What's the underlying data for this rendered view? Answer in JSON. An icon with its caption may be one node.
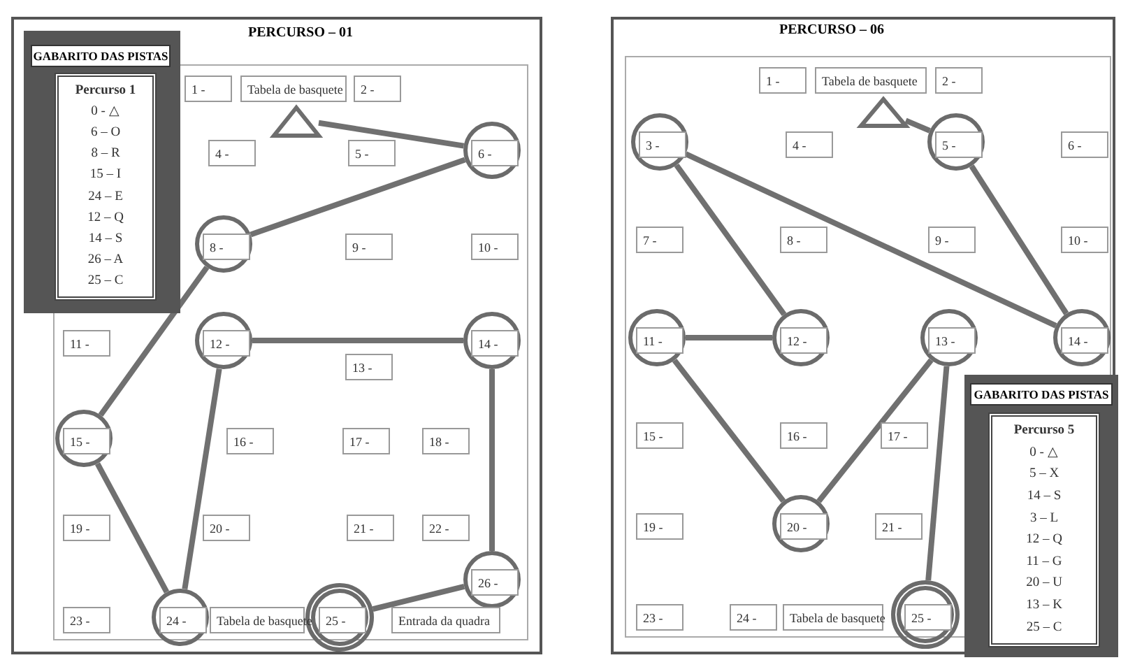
{
  "diagram": {
    "nodes": [
      {
        "text": [
          "PERCURSO – 01"
        ]
      },
      {
        "text": [
          "GABARITO DAS PISTAS"
        ],
        "in": 0
      },
      {
        "text": [
          "Percurso 1",
          "0 - △",
          "6 – O",
          "8 – R",
          "15 – I",
          "24 – E",
          "12 – Q",
          "14 – S",
          "26 – A",
          "25 – C"
        ],
        "in": 1
      },
      {
        "text": [],
        "shape": "triangle",
        "in": 0
      },
      {
        "text": [
          "1 -"
        ],
        "in": 0
      },
      {
        "text": [
          "Tabela de basquete"
        ],
        "in": 0
      },
      {
        "text": [
          "2 -"
        ],
        "in": 0
      },
      {
        "text": [
          "4 -"
        ],
        "in": 0
      },
      {
        "text": [
          "5 -"
        ],
        "in": 0
      },
      {
        "text": [
          "6 -"
        ],
        "in": 0
      },
      {
        "text": [
          "8 -"
        ],
        "in": 0
      },
      {
        "text": [
          "9 -"
        ],
        "in": 0
      },
      {
        "text": [
          "10 -"
        ],
        "in": 0
      },
      {
        "text": [
          "11 -"
        ],
        "in": 0
      },
      {
        "text": [
          "12 -"
        ],
        "in": 0
      },
      {
        "text": [
          "13 -"
        ],
        "in": 0
      },
      {
        "text": [
          "14 -"
        ],
        "in": 0
      },
      {
        "text": [
          "15 -"
        ],
        "in": 0
      },
      {
        "text": [
          "16 -"
        ],
        "in": 0
      },
      {
        "text": [
          "17 -"
        ],
        "in": 0
      },
      {
        "text": [
          "18 -"
        ],
        "in": 0
      },
      {
        "text": [
          "19 -"
        ],
        "in": 0
      },
      {
        "text": [
          "20 -"
        ],
        "in": 0
      },
      {
        "text": [
          "21 -"
        ],
        "in": 0
      },
      {
        "text": [
          "22 -"
        ],
        "in": 0
      },
      {
        "text": [
          "26 -"
        ],
        "in": 0
      },
      {
        "text": [
          "23 -"
        ],
        "in": 0
      },
      {
        "text": [
          "24 -"
        ],
        "in": 0
      },
      {
        "text": [
          "Tabela de basquete"
        ],
        "in": 0
      },
      {
        "text": [
          "25 -"
        ],
        "in": 0
      },
      {
        "text": [
          "Entrada da quadra"
        ],
        "in": 0
      },
      {
        "text": [
          "PERCURSO – 06"
        ]
      },
      {
        "text": [],
        "shape": "triangle",
        "in": 31
      },
      {
        "text": [
          "1 -"
        ],
        "in": 31
      },
      {
        "text": [
          "Tabela de basquete"
        ],
        "in": 31
      },
      {
        "text": [
          "2 -"
        ],
        "in": 31
      },
      {
        "text": [
          "3 -"
        ],
        "in": 31
      },
      {
        "text": [
          "4 -"
        ],
        "in": 31
      },
      {
        "text": [
          "5 -"
        ],
        "in": 31
      },
      {
        "text": [
          "6 -"
        ],
        "in": 31
      },
      {
        "text": [
          "7 -"
        ],
        "in": 31
      },
      {
        "text": [
          "8 -"
        ],
        "in": 31
      },
      {
        "text": [
          "9 -"
        ],
        "in": 31
      },
      {
        "text": [
          "10 -"
        ],
        "in": 31
      },
      {
        "text": [
          "11 -"
        ],
        "in": 31
      },
      {
        "text": [
          "12 -"
        ],
        "in": 31
      },
      {
        "text": [
          "13 -"
        ],
        "in": 31
      },
      {
        "text": [
          "14 -"
        ],
        "in": 31
      },
      {
        "text": [
          "15 -"
        ],
        "in": 31
      },
      {
        "text": [
          "16 -"
        ],
        "in": 31
      },
      {
        "text": [
          "17 -"
        ],
        "in": 31
      },
      {
        "text": [
          "19 -"
        ],
        "in": 31
      },
      {
        "text": [
          "20 -"
        ],
        "in": 31
      },
      {
        "text": [
          "21 -"
        ],
        "in": 31
      },
      {
        "text": [
          "23 -"
        ],
        "in": 31
      },
      {
        "text": [
          "24 -"
        ],
        "in": 31
      },
      {
        "text": [
          "Tabela de basquete"
        ],
        "in": 31
      },
      {
        "text": [
          "25 -"
        ],
        "in": 31
      },
      {
        "text": [
          "GABARITO DAS PISTAS"
        ],
        "in": 31
      },
      {
        "text": [
          "Percurso 5",
          "0 - △",
          "5 – X",
          "14 – S",
          "3 – L",
          "12 – Q",
          "11 – G",
          "20 – U",
          "13 – K",
          "25 – C"
        ],
        "in": 58
      }
    ],
    "edges": [
      {
        "from": 3,
        "to": 9,
        "arrow": "none"
      },
      {
        "from": 9,
        "to": 10,
        "arrow": "none"
      },
      {
        "from": 10,
        "to": 17,
        "arrow": "none"
      },
      {
        "from": 17,
        "to": 27,
        "arrow": "none"
      },
      {
        "from": 27,
        "to": 14,
        "arrow": "none"
      },
      {
        "from": 14,
        "to": 16,
        "arrow": "none"
      },
      {
        "from": 16,
        "to": 25,
        "arrow": "none"
      },
      {
        "from": 25,
        "to": 29,
        "arrow": "none"
      },
      {
        "from": 32,
        "to": 38,
        "arrow": "none"
      },
      {
        "from": 38,
        "to": 47,
        "arrow": "none"
      },
      {
        "from": 47,
        "to": 36,
        "arrow": "none"
      },
      {
        "from": 36,
        "to": 45,
        "arrow": "none"
      },
      {
        "from": 45,
        "to": 44,
        "arrow": "none"
      },
      {
        "from": 44,
        "to": 52,
        "arrow": "none"
      },
      {
        "from": 52,
        "to": 46,
        "arrow": "none"
      },
      {
        "from": 46,
        "to": 57,
        "arrow": "none"
      }
    ]
  }
}
